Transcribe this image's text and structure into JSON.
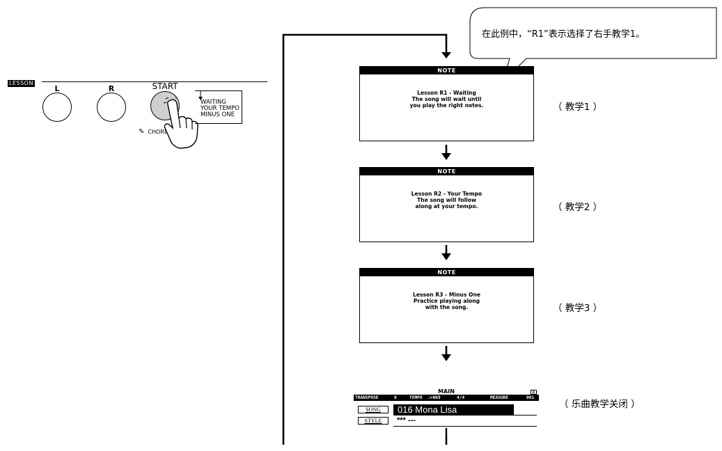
{
  "panel": {
    "lesson_tag": "LESSON",
    "btn_l": "L",
    "btn_r": "R",
    "btn_start": "START",
    "chord_label": "CHORD",
    "modes": [
      "WAITING",
      "YOUR TEMPO",
      "MINUS ONE"
    ]
  },
  "callout": {
    "text": "在此例中，“R1”表示选择了右手教学1。"
  },
  "steps": [
    {
      "title": "NOTE",
      "lines": [
        "Lesson R1 - Waiting",
        "The song will wait until",
        "you play the right notes."
      ],
      "label": "（ 教学1 ）"
    },
    {
      "title": "NOTE",
      "lines": [
        "Lesson R2 - Your Tempo",
        "The song will follow",
        "along at your tempo."
      ],
      "label": "（ 教学2 ）"
    },
    {
      "title": "NOTE",
      "lines": [
        "Lesson R3 - Minus One",
        "Practice playing along",
        "with the song."
      ],
      "label": "（ 教学3 ）"
    }
  ],
  "main_display": {
    "title": "MAIN",
    "badge": "R",
    "transpose_label": "TRANSPOSE",
    "transpose_value": "0",
    "tempo_label": "TEMPO",
    "tempo_value": "♩=069",
    "time_sig": "4/4",
    "measure_label": "MEASURE",
    "measure_value": "001",
    "song_tag": "SONG",
    "song_name": "016 Mona Lisa",
    "style_tag": "STYLE",
    "style_value": "*** ---",
    "label": "（ 乐曲教学关闭 ）"
  }
}
